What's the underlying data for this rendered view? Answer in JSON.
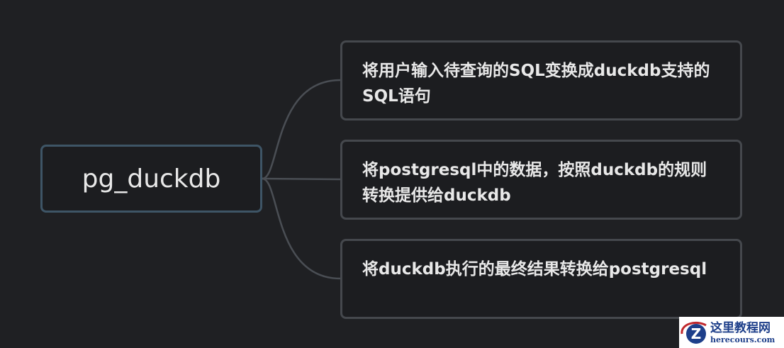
{
  "root": {
    "label": "pg_duckdb"
  },
  "children": [
    {
      "label": "将用户输入待查询的SQL变换成duckdb支持的SQL语句"
    },
    {
      "label": "将postgresql中的数据，按照duckdb的规则转换提供给duckdb"
    },
    {
      "label": "将duckdb执行的最终结果转换给postgresql"
    }
  ],
  "watermark": {
    "title": "这里教程网",
    "url": "herecours.com"
  },
  "colors": {
    "background": "#1f2023",
    "root_border": "#3e5566",
    "child_border": "#45484d",
    "connector": "#4a4e54"
  }
}
